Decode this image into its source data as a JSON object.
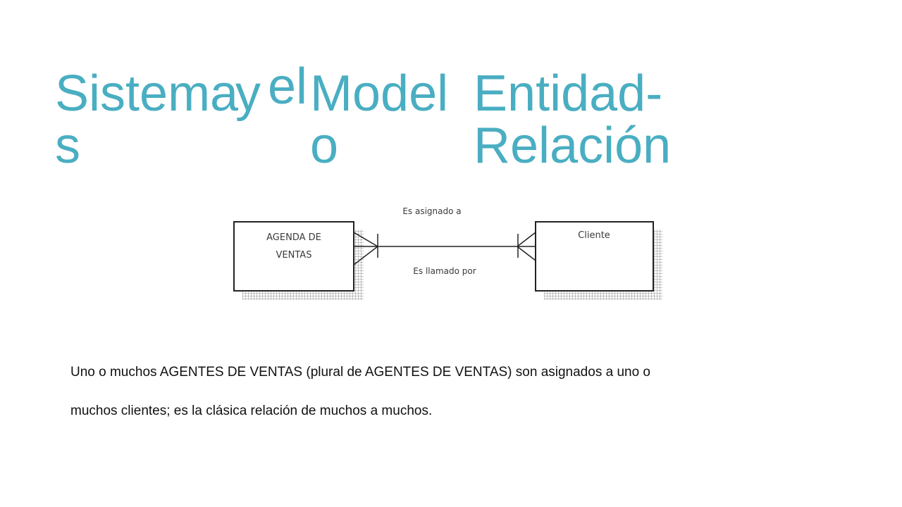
{
  "title": {
    "word1_line1": "Sistema",
    "word1_line2": "s",
    "word2": "y",
    "word3": "el",
    "word4_line1": "Model",
    "word4_line2": "o",
    "word5_line1": "Entidad-",
    "word5_line2": "Relación"
  },
  "diagram": {
    "entity_left_line1": "AGENDA DE",
    "entity_left_line2": "VENTAS",
    "entity_right": "Cliente",
    "relation_top": "Es asignado a",
    "relation_bottom": "Es llamado por"
  },
  "body": {
    "line1": "Uno o muchos AGENTES DE VENTAS (plural de AGENTES DE VENTAS) son asignados  a uno o",
    "line2": "muchos clientes; es la clásica relación de muchos a muchos."
  },
  "colors": {
    "title": "#4aaec2"
  }
}
